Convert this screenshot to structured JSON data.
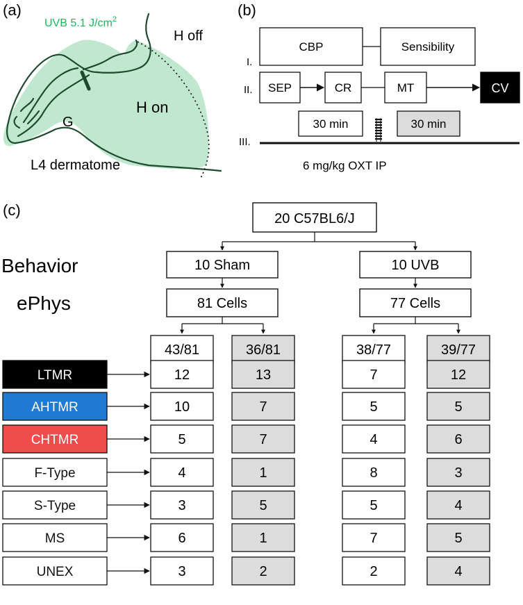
{
  "panel_a": {
    "label": "(a)",
    "uvb_dose": "UVB 5.1 J/cm",
    "uvb_superscript": "2",
    "uvb_color": "#1bb85a",
    "h_off": "H off",
    "h_on": "H on",
    "g": "G",
    "dermatome": "L4 dermatome",
    "fill_color": "#bfe8cf"
  },
  "panel_b": {
    "label": "(b)",
    "row_labels": [
      "I.",
      "II.",
      "III."
    ],
    "row1": [
      "CBP",
      "Sensibility"
    ],
    "row2": [
      "SEP",
      "CR",
      "MT",
      "CV"
    ],
    "row3": [
      "30 min",
      "30 min"
    ],
    "injection": "6 mg/kg OXT IP"
  },
  "panel_c": {
    "label": "(c)",
    "root": "20 C57BL6/J",
    "behavior_label": "Behavior",
    "ephys_label": "ePhys",
    "groups": [
      {
        "name": "10 Sham",
        "cells": "81 Cells",
        "split": [
          "43/81",
          "36/81"
        ],
        "values": [
          [
            12,
            13
          ],
          [
            10,
            7
          ],
          [
            5,
            7
          ],
          [
            4,
            1
          ],
          [
            3,
            5
          ],
          [
            6,
            1
          ],
          [
            3,
            2
          ]
        ]
      },
      {
        "name": "10 UVB",
        "cells": "77 Cells",
        "split": [
          "38/77",
          "39/77"
        ],
        "values": [
          [
            7,
            12
          ],
          [
            5,
            5
          ],
          [
            4,
            6
          ],
          [
            8,
            3
          ],
          [
            5,
            4
          ],
          [
            7,
            5
          ],
          [
            2,
            4
          ]
        ]
      }
    ],
    "categories": [
      {
        "name": "LTMR",
        "bg": "#000000",
        "fg": "#ffffff"
      },
      {
        "name": "AHTMR",
        "bg": "#1f7bd1",
        "fg": "#ffffff"
      },
      {
        "name": "CHTMR",
        "bg": "#ef4c4c",
        "fg": "#ffffff"
      },
      {
        "name": "F-Type",
        "bg": "#ffffff",
        "fg": "#111111"
      },
      {
        "name": "S-Type",
        "bg": "#ffffff",
        "fg": "#111111"
      },
      {
        "name": "MS",
        "bg": "#ffffff",
        "fg": "#111111"
      },
      {
        "name": "UNEX",
        "bg": "#ffffff",
        "fg": "#111111"
      }
    ],
    "treated_fill": "#dcdcdc"
  }
}
